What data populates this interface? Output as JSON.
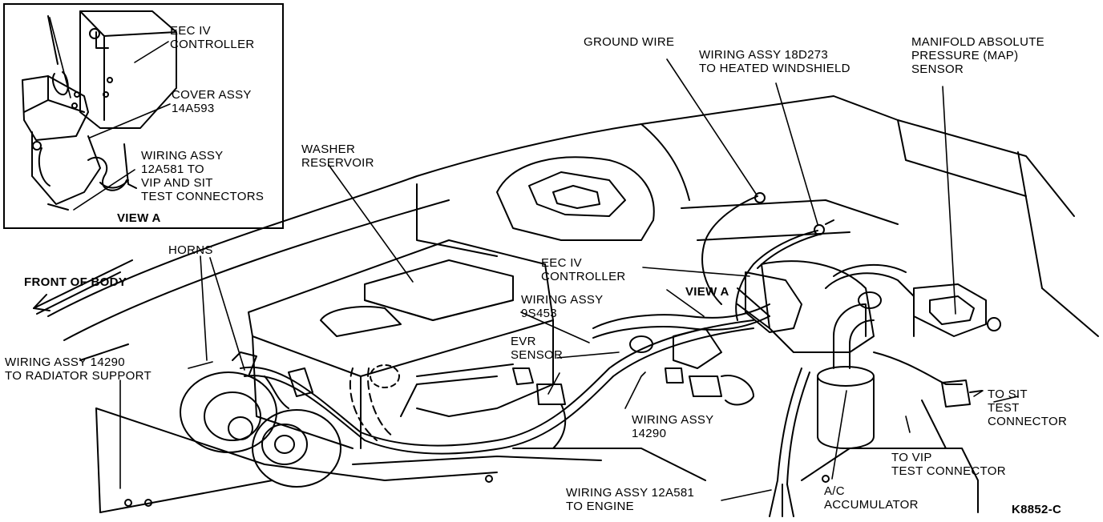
{
  "labels": {
    "inset_eec_controller": "EEC IV\nCONTROLLER",
    "inset_cover_assy": "COVER ASSY\n14A593",
    "inset_wiring_12a581": "WIRING ASSY\n12A581 TO\nVIP AND SIT\nTEST CONNECTORS",
    "inset_view_a": "VIEW A",
    "ground_wire": "GROUND WIRE",
    "wiring_18d273": "WIRING ASSY 18D273\nTO HEATED WINDSHIELD",
    "map_sensor": "MANIFOLD ABSOLUTE\nPRESSURE (MAP)\nSENSOR",
    "washer_reservoir": "WASHER\nRESERVOIR",
    "horns": "HORNS",
    "front_of_body": "FRONT OF BODY",
    "eec_controller": "EEC IV\nCONTROLLER",
    "view_a": "VIEW A",
    "wiring_9s453": "WIRING ASSY\n9S453",
    "evr_sensor": "EVR\nSENSOR",
    "wiring_14290_radiator": "WIRING ASSY 14290\nTO RADIATOR SUPPORT",
    "wiring_14290": "WIRING ASSY\n14290",
    "to_sit": "TO SIT\nTEST\nCONNECTOR",
    "to_vip": "TO VIP\nTEST CONNECTOR",
    "wiring_12a581_engine": "WIRING ASSY 12A581\nTO ENGINE",
    "ac_accumulator": "A/C\nACCUMULATOR",
    "figure_id": "K8852-C"
  }
}
